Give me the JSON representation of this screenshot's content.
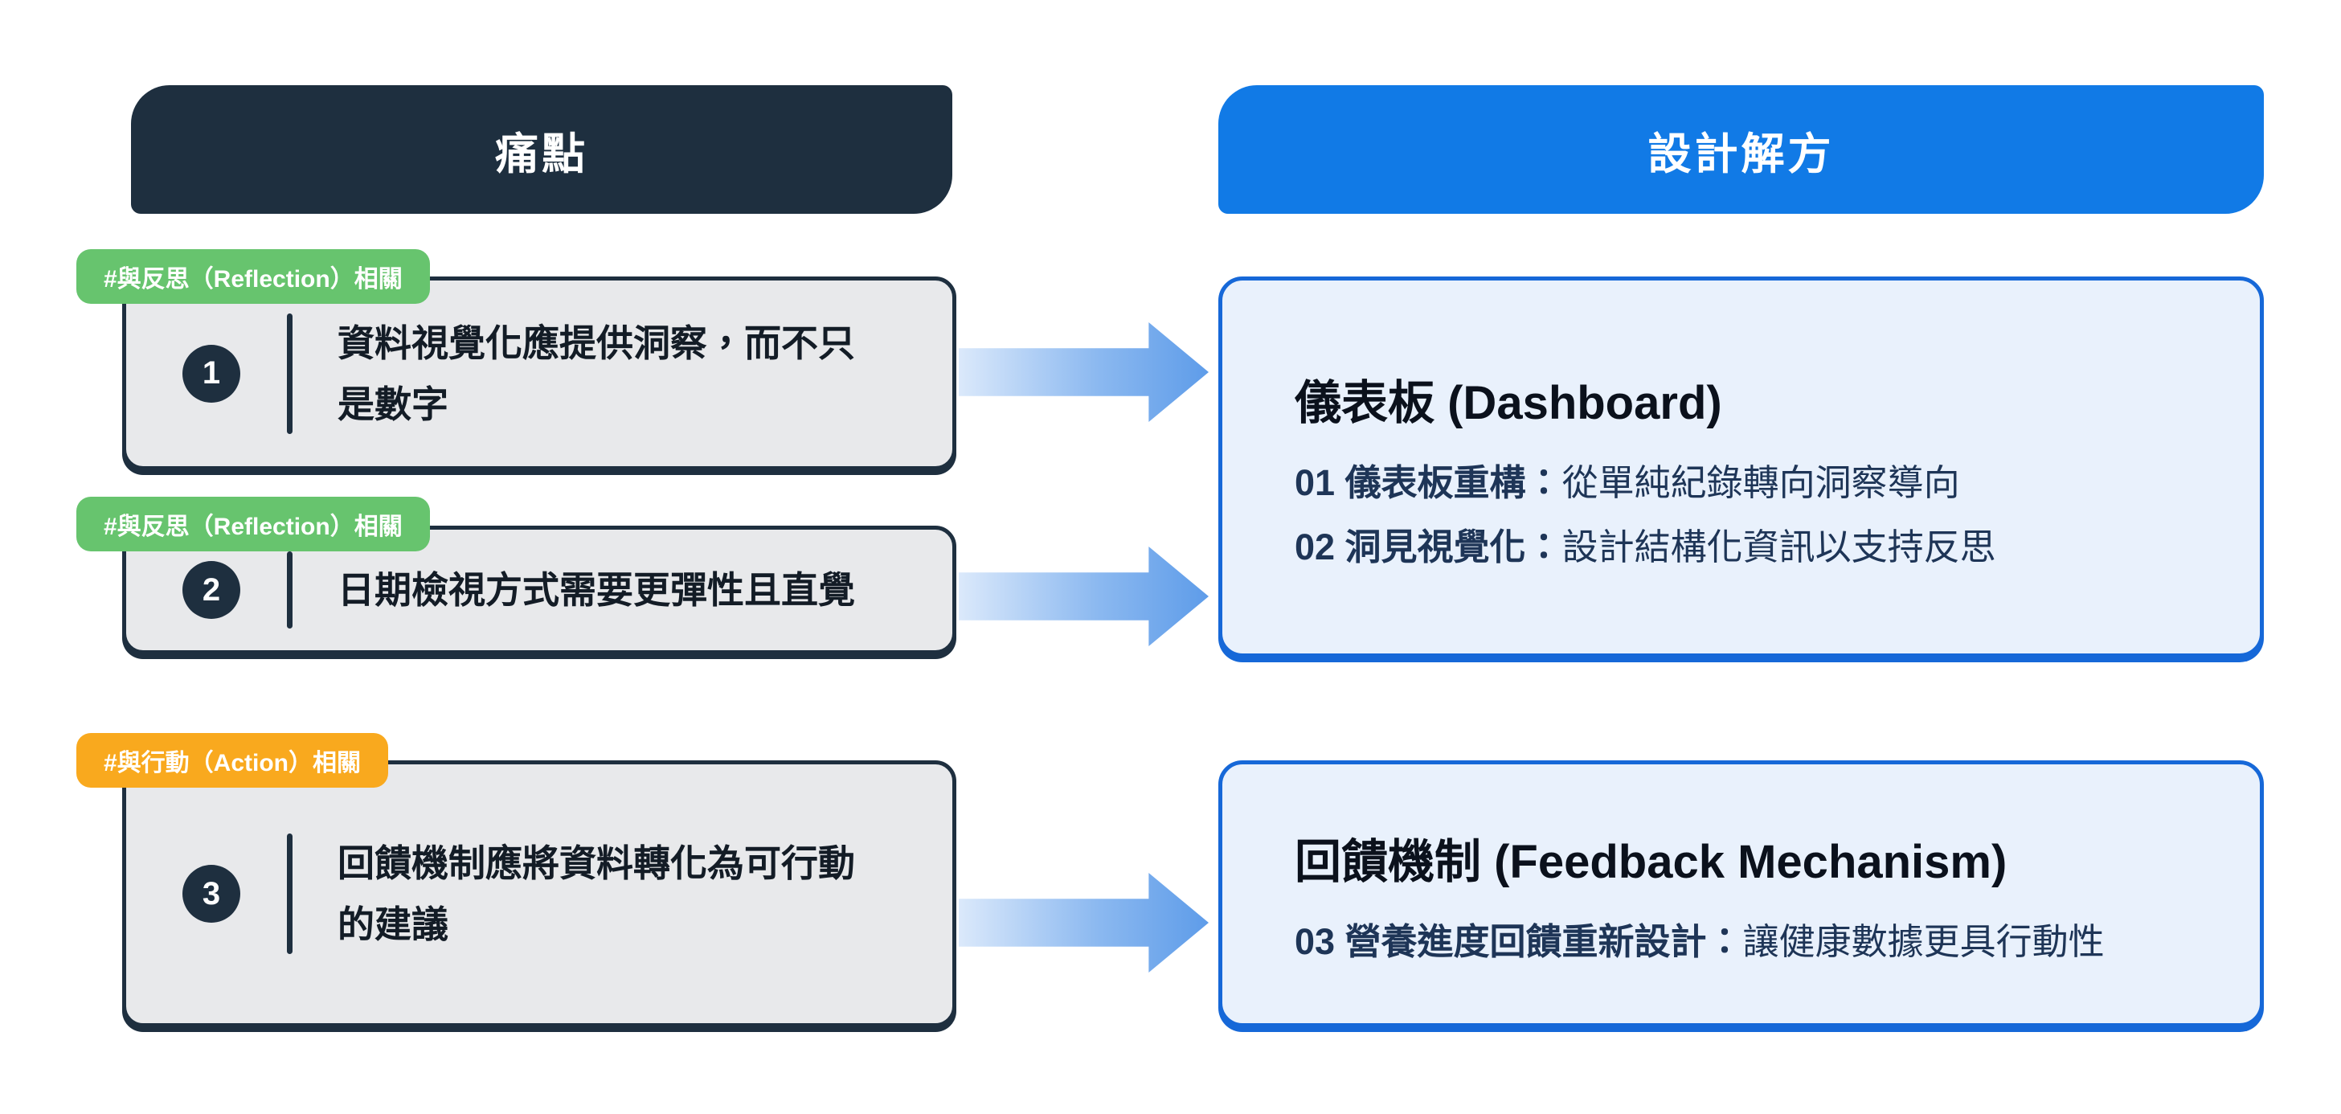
{
  "headers": {
    "pain": "痛點",
    "solution": "設計解方"
  },
  "pain_cards": [
    {
      "number": "1",
      "tag": "#與反思（Reflection）相關",
      "tag_color": "#67c46e",
      "lines": [
        "資料視覺化應提供洞察，而不只",
        "是數字"
      ]
    },
    {
      "number": "2",
      "tag": "#與反思（Reflection）相關",
      "tag_color": "#67c46e",
      "lines": [
        "日期檢視方式需要更彈性且直覺"
      ]
    },
    {
      "number": "3",
      "tag": "#與行動（Action）相關",
      "tag_color": "#f9a91e",
      "lines": [
        "回饋機制應將資料轉化為可行動",
        "的建議"
      ]
    }
  ],
  "solution_cards": [
    {
      "title": "儀表板 (Dashboard)",
      "bullets": [
        {
          "prefix": "01 儀表板重構：",
          "text": "從單純紀錄轉向洞察導向"
        },
        {
          "prefix": "02 洞見視覺化：",
          "text": "設計結構化資訊以支持反思"
        }
      ]
    },
    {
      "title": "回饋機制 (Feedback Mechanism)",
      "bullets": [
        {
          "prefix": "03 營養進度回饋重新設計：",
          "text": "讓健康數據更具行動性"
        }
      ]
    }
  ],
  "palette": {
    "navy": "#1e2f3f",
    "header_blue": "#117ae6",
    "solution_border_blue": "#1668d8",
    "solution_bg": "#e9f1fc",
    "pain_card_bg": "#e8e9eb",
    "tag_green": "#67c46e",
    "tag_orange": "#f9a91e",
    "arrow_gradient_start": "#dbe9fb",
    "arrow_gradient_end": "#5e9ce9",
    "background": "#ffffff"
  }
}
